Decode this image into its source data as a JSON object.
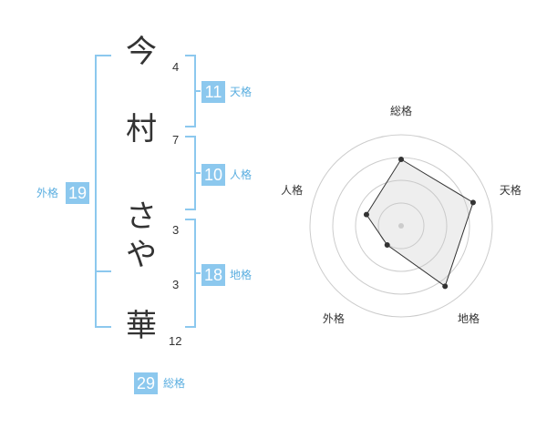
{
  "name": {
    "chars": [
      {
        "char": "今",
        "strokes": "4"
      },
      {
        "char": "村",
        "strokes": "7"
      },
      {
        "char": "さ",
        "strokes": "3"
      },
      {
        "char": "や",
        "strokes": "3"
      },
      {
        "char": "華",
        "strokes": "12"
      }
    ]
  },
  "fortunes": {
    "tenkaku": {
      "value": "11",
      "label": "天格"
    },
    "jinkaku": {
      "value": "10",
      "label": "人格"
    },
    "chikaku": {
      "value": "18",
      "label": "地格"
    },
    "gaikaku": {
      "value": "19",
      "label": "外格"
    },
    "soukaku": {
      "value": "29",
      "label": "総格"
    }
  },
  "colors": {
    "accent": "#8cc8ee",
    "accent_text": "#5aaee0"
  },
  "chart_data": {
    "type": "radar",
    "axes": [
      "総格",
      "天格",
      "地格",
      "外格",
      "人格"
    ],
    "values": [
      0.73,
      0.83,
      0.82,
      0.26,
      0.4
    ],
    "rmax": 1,
    "rings": 4,
    "grid": true
  }
}
